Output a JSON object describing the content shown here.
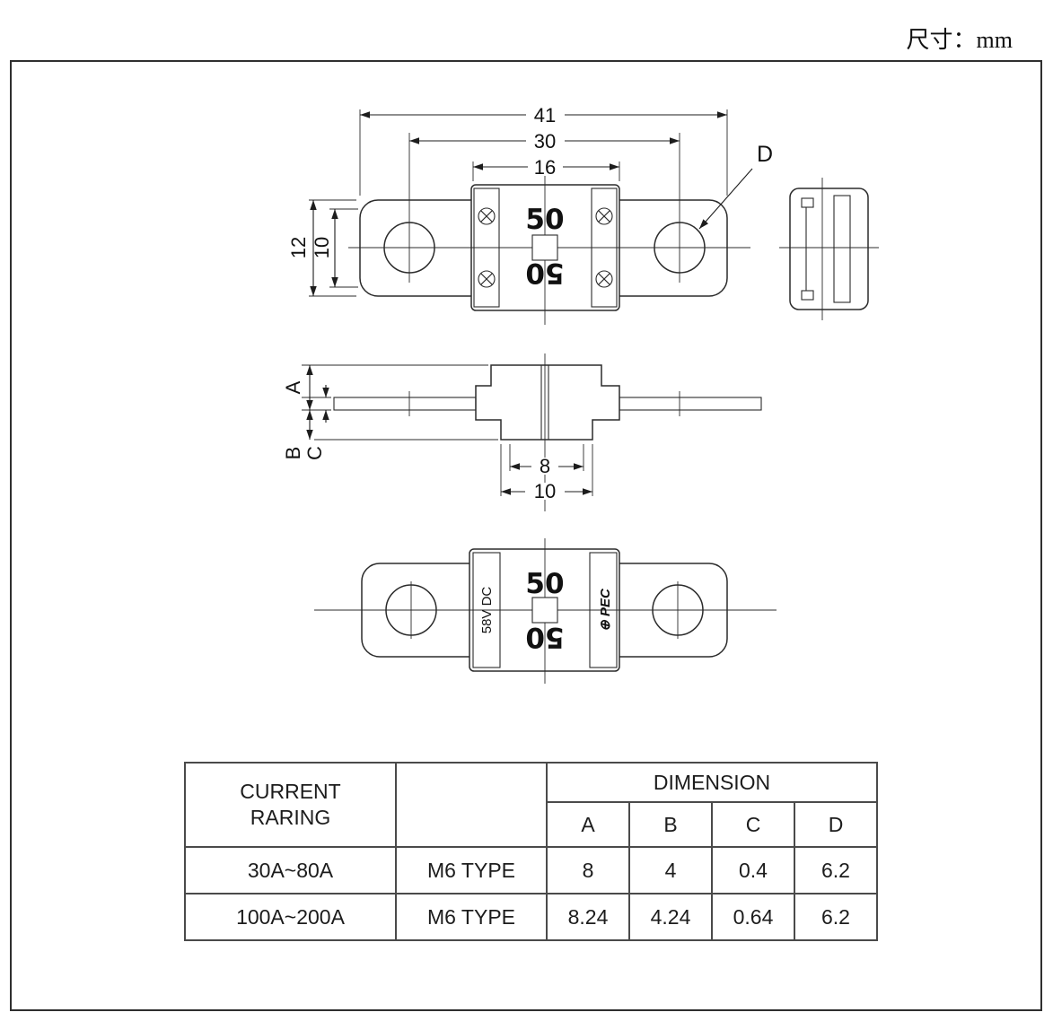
{
  "page": {
    "units_label": "尺寸：mm"
  },
  "drawing": {
    "top_view": {
      "dim_overall_length": "41",
      "dim_hole_spacing": "30",
      "dim_body_width": "16",
      "dim_tab_height": "12",
      "dim_terminal_height": "10",
      "hole_label": "D",
      "rating_top": "50",
      "rating_bottom": "50"
    },
    "side_profile": {
      "label_a": "A",
      "label_b": "B",
      "label_c": "C",
      "dim_base_inner": "8",
      "dim_base_outer": "10"
    },
    "bottom_view": {
      "rating_top": "50",
      "rating_bottom": "50",
      "voltage": "58V DC",
      "brand": "⊕ PEC"
    }
  },
  "table": {
    "current_rating_header": "CURRENT\nRARING",
    "type_header": "",
    "dimension_header": "DIMENSION",
    "dim_cols": [
      "A",
      "B",
      "C",
      "D"
    ],
    "rows": [
      {
        "rating": "30A~80A",
        "type": "M6 TYPE",
        "A": "8",
        "B": "4",
        "C": "0.4",
        "D": "6.2"
      },
      {
        "rating": "100A~200A",
        "type": "M6 TYPE",
        "A": "8.24",
        "B": "4.24",
        "C": "0.64",
        "D": "6.2"
      }
    ]
  }
}
